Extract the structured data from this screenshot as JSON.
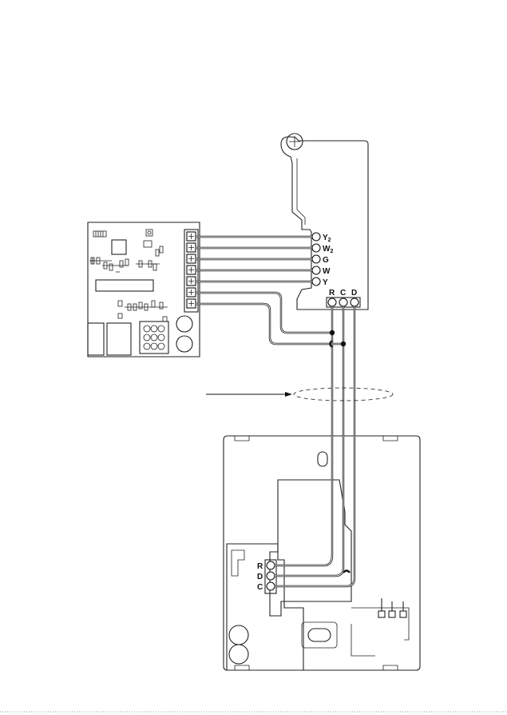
{
  "thermostat_module": {
    "terminals": [
      {
        "main": "Y",
        "sub": "2"
      },
      {
        "main": "W",
        "sub": "2"
      },
      {
        "main": "G",
        "sub": ""
      },
      {
        "main": "W",
        "sub": ""
      },
      {
        "main": "Y",
        "sub": ""
      }
    ],
    "bottom_terminals": [
      "R",
      "C",
      "D"
    ]
  },
  "wallplate": {
    "terminals": [
      "R",
      "D",
      "C"
    ]
  }
}
